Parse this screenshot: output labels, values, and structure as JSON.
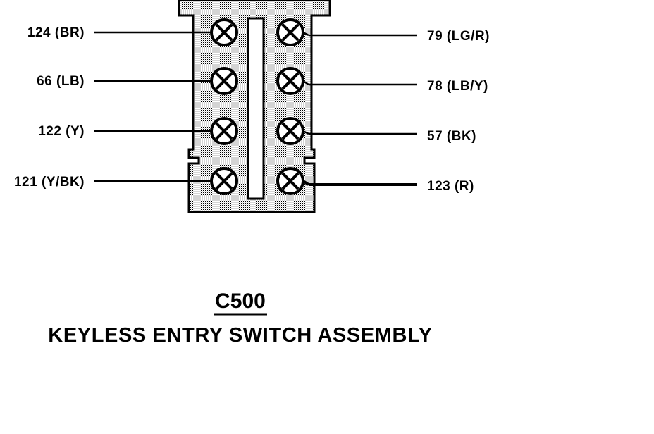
{
  "connector": {
    "id": "C500",
    "name": "KEYLESS ENTRY SWITCH ASSEMBLY"
  },
  "pins": {
    "left": [
      {
        "label": "124 (BR)"
      },
      {
        "label": "66 (LB)"
      },
      {
        "label": "122 (Y)"
      },
      {
        "label": "121 (Y/BK)"
      }
    ],
    "right": [
      {
        "label": "79 (LG/R)"
      },
      {
        "label": "78 (LB/Y)"
      },
      {
        "label": "57 (BK)"
      },
      {
        "label": "123 (R)"
      }
    ]
  },
  "icons": {
    "terminal": "terminal-x-icon"
  },
  "colors": {
    "ink": "#000000",
    "body_fill": "#d0d0d0",
    "background": "#ffffff"
  }
}
